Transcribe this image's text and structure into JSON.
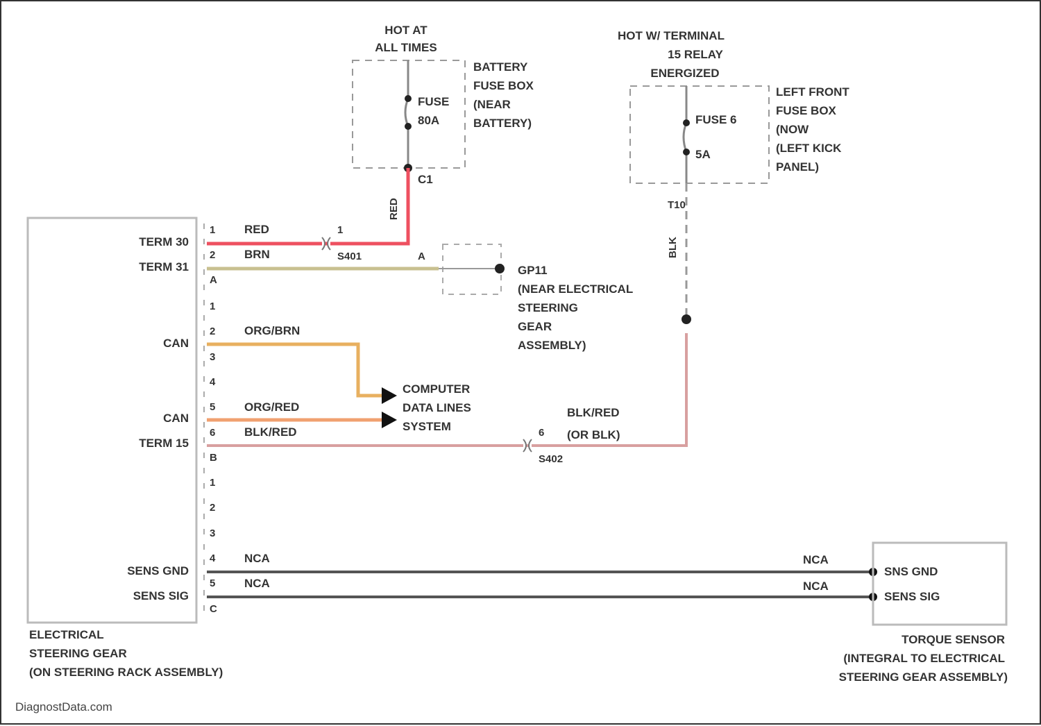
{
  "battery_feed": {
    "hot_label": [
      "HOT AT",
      "ALL TIMES"
    ],
    "fuse_box_label": [
      "BATTERY",
      "FUSE BOX",
      "(NEAR",
      "BATTERY)"
    ],
    "fuse_label": [
      "FUSE",
      "80A"
    ],
    "connector": "C1",
    "wire_color": "RED"
  },
  "ignition_feed": {
    "hot_label": [
      "HOT W/ TERMINAL",
      "15 RELAY",
      "ENERGIZED"
    ],
    "fuse_box_label": [
      "LEFT FRONT",
      "FUSE BOX",
      "(NOW",
      "(LEFT KICK",
      "PANEL)"
    ],
    "fuse_label": [
      "FUSE 6",
      "5A"
    ],
    "connector": "T10",
    "wire_color": "BLK"
  },
  "steering_gear": {
    "pins": [
      "TERM 30",
      "TERM 31",
      "CAN",
      "CAN",
      "TERM 15",
      "SENS GND",
      "SENS SIG"
    ],
    "label": [
      "ELECTRICAL",
      "STEERING GEAR",
      "(ON STEERING RACK ASSEMBLY)"
    ],
    "connector_a": [
      "1",
      "2",
      "A"
    ],
    "connector_b": [
      "1",
      "2",
      "3",
      "4",
      "5",
      "6",
      "B"
    ],
    "connector_c": [
      "1",
      "2",
      "3",
      "4",
      "5",
      "C"
    ]
  },
  "wires": {
    "red": "RED",
    "brn": "BRN",
    "org_brn": "ORG/BRN",
    "org_red": "ORG/RED",
    "blk_red": "BLK/RED",
    "blk_red_alt": [
      "BLK/RED",
      "(OR BLK)"
    ],
    "nca": "NCA",
    "inline1_pin": "1",
    "inline1_id": "S401",
    "inline2_pin": "6",
    "inline2_id": "S402",
    "ground_pin": "A"
  },
  "ground": {
    "id": "GP11",
    "label": [
      "(NEAR ELECTRICAL",
      "STEERING",
      "GEAR",
      "ASSEMBLY)"
    ]
  },
  "data_lines": [
    "COMPUTER",
    "DATA LINES",
    "SYSTEM"
  ],
  "torque_sensor": {
    "pins": [
      "SNS GND",
      "SENS SIG"
    ],
    "label": [
      "TORQUE SENSOR",
      "(INTEGRAL TO ELECTRICAL",
      "STEERING GEAR ASSEMBLY)"
    ]
  },
  "watermark": "DiagnostData.com",
  "colors": {
    "red": "#ee5060",
    "brn": "#c8c090",
    "org_brn": "#e8b060",
    "org_red": "#f0a070",
    "blk_red": "#d8a0a0",
    "gray": "#555555"
  }
}
